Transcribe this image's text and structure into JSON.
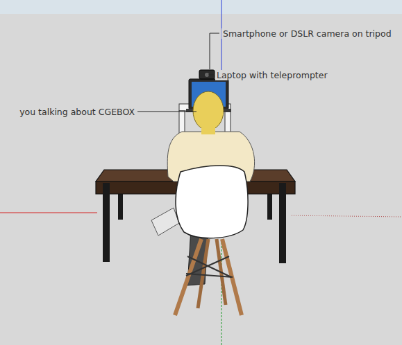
{
  "diagram": {
    "labels": [
      "Smartphone or DSLR camera on tripod",
      "Laptop with teleprompter",
      "you talking about CGEBOX"
    ]
  }
}
